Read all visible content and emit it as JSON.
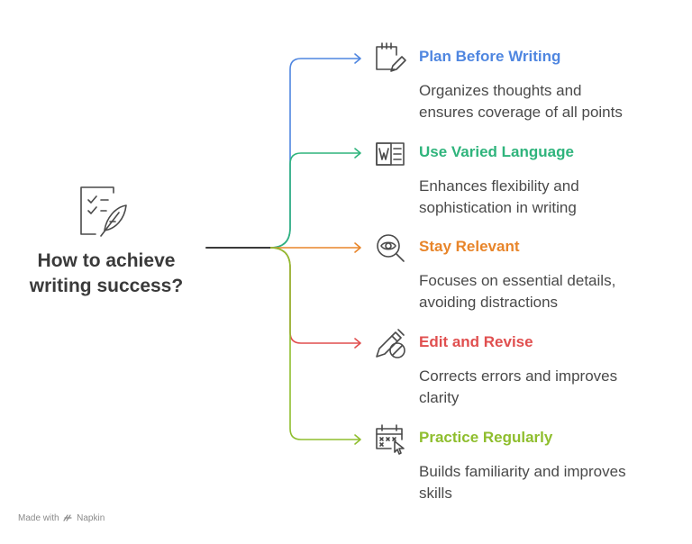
{
  "central": {
    "title_line1": "How to achieve",
    "title_line2": "writing success?",
    "icon": "checklist-pen-icon"
  },
  "items": [
    {
      "title": "Plan Before Writing",
      "desc_line1": "Organizes thoughts and",
      "desc_line2": "ensures coverage of all points",
      "color": "#4f86e0",
      "icon": "notepad-pen-icon"
    },
    {
      "title": "Use Varied Language",
      "desc_line1": "Enhances flexibility and",
      "desc_line2": "sophistication in writing",
      "color": "#2fb47c",
      "icon": "word-document-icon"
    },
    {
      "title": "Stay Relevant",
      "desc_line1": "Focuses on essential details,",
      "desc_line2": "avoiding distractions",
      "color": "#e8852a",
      "icon": "eye-magnifier-icon"
    },
    {
      "title": "Edit and Revise",
      "desc_line1": "Corrects errors and improves",
      "desc_line2": "clarity",
      "color": "#e04f4f",
      "icon": "pencil-circle-icon"
    },
    {
      "title": "Practice Regularly",
      "desc_line1": "Builds familiarity and improves",
      "desc_line2": "skills",
      "color": "#8fbe2e",
      "icon": "calendar-cursor-icon"
    }
  ],
  "footer": {
    "made_with": "Made with",
    "brand": "Napkin"
  },
  "colors": {
    "trunk": "#3a3a3a",
    "text": "#3a3a3a",
    "desc_text": "#4a4a4a"
  }
}
